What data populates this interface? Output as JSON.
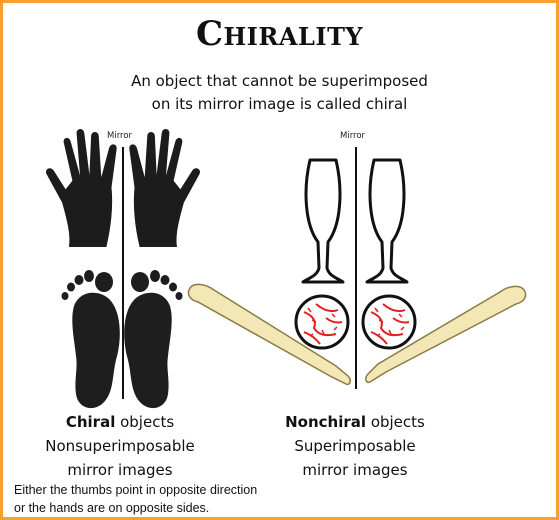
{
  "title": "Chirality",
  "subtitle": {
    "line1": "An object that cannot be superimposed",
    "line2": "on its mirror image is called chiral"
  },
  "mirror_labels": {
    "left": "Mirror",
    "right": "Mirror"
  },
  "chiral_caption": {
    "emphasis": "Chiral",
    "rest": " objects",
    "line2": "Nonsuperimposable",
    "line3": "mirror images"
  },
  "nonchiral_caption": {
    "emphasis": "Nonchiral",
    "rest": " objects",
    "line2": "Superimposable",
    "line3": "mirror images"
  },
  "note": {
    "line1": "Either the thumbs point in opposite direction",
    "line2": "or the hands are on opposite sides."
  },
  "colors": {
    "frame": "#f7a12c",
    "bat": "#f3e7b5",
    "stitch": "#e02020"
  },
  "icons": [
    "left-hand-print-icon",
    "right-hand-print-icon",
    "left-footprint-icon",
    "right-footprint-icon",
    "wine-glass-icon",
    "baseball-icon",
    "baseball-bat-icon"
  ]
}
